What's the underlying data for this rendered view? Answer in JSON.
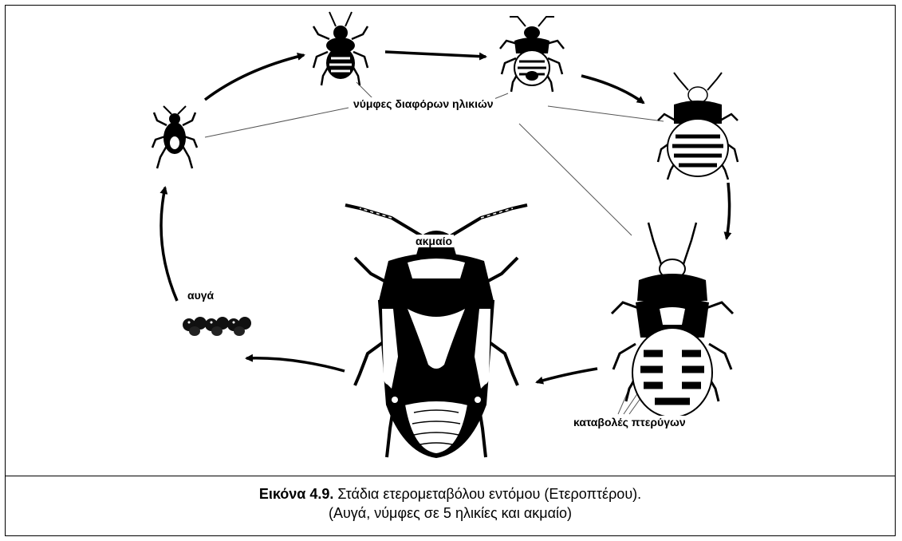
{
  "labels": {
    "nymphs": "νύμφες διαφόρων ηλικιών",
    "adult": "ακμαίο",
    "eggs": "αυγά",
    "wing_pads": "καταβολές πτερύγων"
  },
  "caption": {
    "figure_number": "Εικόνα 4.9.",
    "title": "Στάδια ετερομεταβόλου εντόμου (Ετεροπτέρου).",
    "subtitle": "(Αυγά, νύμφες σε 5 ηλικίες και ακμαίο)"
  }
}
